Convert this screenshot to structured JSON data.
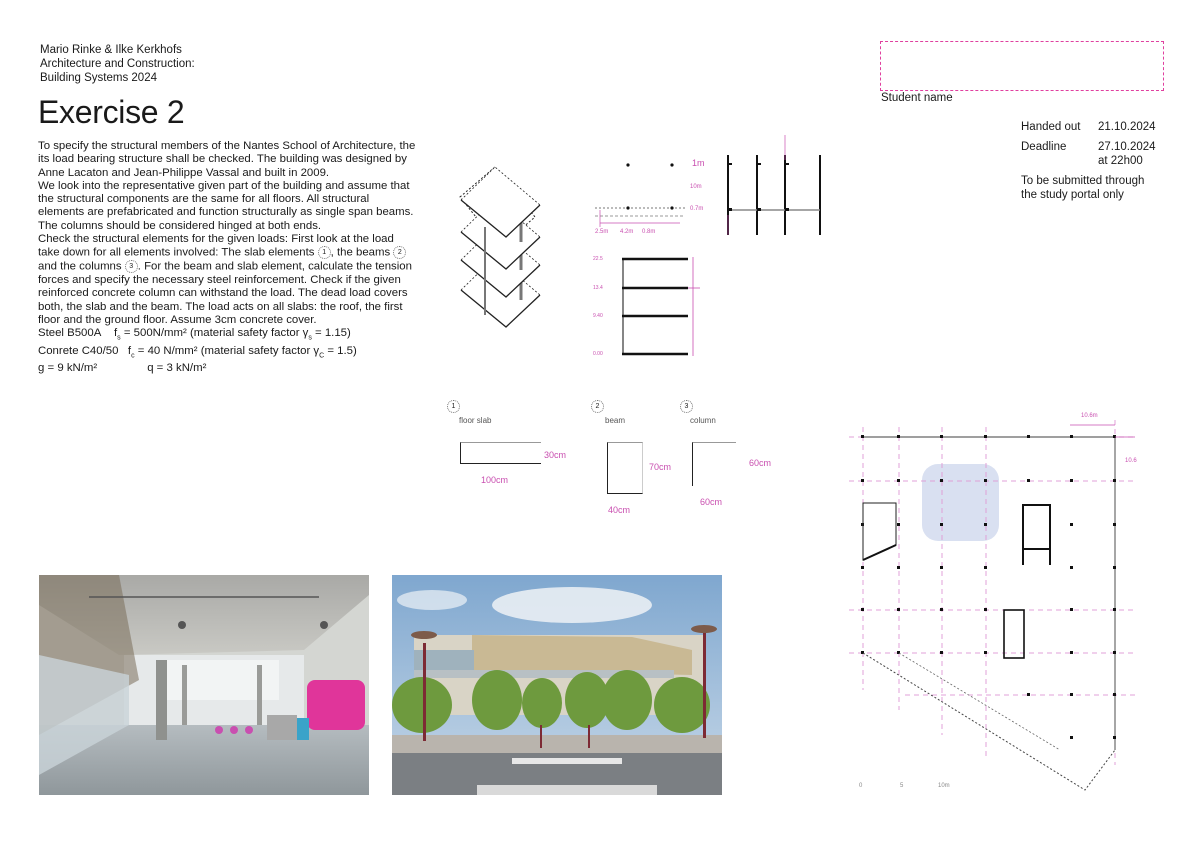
{
  "header": {
    "authors": "Mario Rinke & Ilke Kerkhofs",
    "course_line1": "Architecture and Construction:",
    "course_line2": "Building Systems 2024"
  },
  "title": "Exercise 2",
  "intro": {
    "p1": "To specify the structural members of the Nantes School of Architecture, the its load bearing structure shall be checked. The building was designed by Anne Lacaton and Jean-Philippe Vassal and built in 2009.",
    "p2": "We look into the representative given part of the building and assume that the structural components are the same for all floors. All structural elements are prefabricated and function structurally as single span beams. The columns should be considered hinged at both ends.",
    "p3_a": "Check the structural elements for the given loads: First look at the load take down for all elements involved: The slab elements ",
    "p3_b": ", the beams ",
    "p3_c": "and the columns ",
    "p3_d": ". For the beam and slab element, calculate the tension forces and specify the necessary steel reinforcement. Check if the given reinforced concrete column can withstand the load. The dead load covers both, the slab and the beam. The load acts on all slabs: the roof, the first floor and the ground floor. Assume 3cm concrete cover.",
    "circle_1": "1",
    "circle_2": "2",
    "circle_3": "3"
  },
  "materials": {
    "steel_name": "Steel B500A",
    "steel_f": "f",
    "steel_sub": "s",
    "steel_val": " = 500N/mm² (material safety factor γ",
    "steel_gsub": "s",
    "steel_tail": " = 1.15)",
    "concrete_name": "Conrete C40/50",
    "concrete_f": "f",
    "concrete_sub": "c",
    "concrete_val": " = 40 N/mm² (material safety factor γ",
    "concrete_gsub": "C",
    "concrete_tail": " = 1.5)"
  },
  "loads": {
    "g": "g = 9 kN/m²",
    "q": "q = 3 kN/m²"
  },
  "student": {
    "label": "Student name",
    "value": ""
  },
  "meta": {
    "handed_out_label": "Handed out",
    "handed_out_value": "21.10.2024",
    "deadline_label": "Deadline",
    "deadline_value": "27.10.2024",
    "deadline_time": "at 22h00",
    "note_line1": "To be submitted through",
    "note_line2": "the study portal only"
  },
  "sections": {
    "slab": {
      "num": "1",
      "label": "floor slab",
      "height": "30cm",
      "width": "100cm"
    },
    "beam": {
      "num": "2",
      "label": "beam",
      "height": "70cm",
      "width": "40cm"
    },
    "column": {
      "num": "3",
      "label": "column",
      "height": "60cm",
      "width": "60cm"
    }
  },
  "plan": {
    "dim_top": "10.6m",
    "dim_side": "10.6",
    "scale": [
      "0",
      "5",
      "10m"
    ]
  },
  "colors": {
    "accent_pink": "#e0409f",
    "dim_pink": "#c94fb0",
    "highlight_blue": "#d9e0f1"
  }
}
